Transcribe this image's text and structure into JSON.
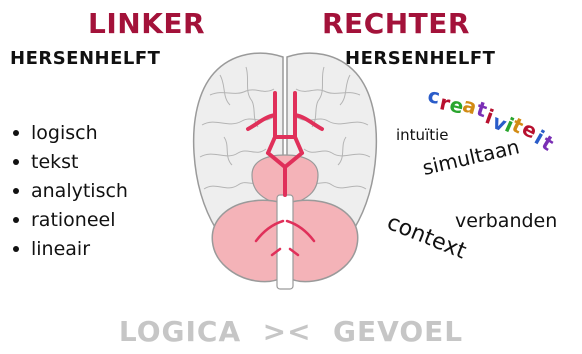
{
  "left": {
    "title": "LINKER",
    "subtitle": "HERSENHELFT",
    "items": [
      "logisch",
      "tekst",
      "analytisch",
      "rationeel",
      "lineair"
    ]
  },
  "right": {
    "title": "RECHTER",
    "subtitle": "HERSENHELFT",
    "creativity": {
      "text": "creativiteit",
      "letter_colors": [
        "#2a5cc9",
        "#b8102f",
        "#2aa52e",
        "#d28b14",
        "#7a2fb5",
        "#b8102f",
        "#2a5cc9",
        "#2aa52e",
        "#d28b14",
        "#b8102f",
        "#2a5cc9",
        "#7a2fb5"
      ]
    },
    "words": {
      "intuitie": "intuïtie",
      "simultaan": "simultaan",
      "verbanden": "verbanden",
      "context": "context"
    }
  },
  "footer": "LOGICA  ><  GEVOEL",
  "colors": {
    "title_red": "#a3123a",
    "footer_gray": "#c6c6c6",
    "brain_gray": "#eeeeee",
    "brain_outline": "#9a9a9a",
    "cerebellum_pink": "#f4b3b8",
    "vessel_red": "#e0305a"
  }
}
